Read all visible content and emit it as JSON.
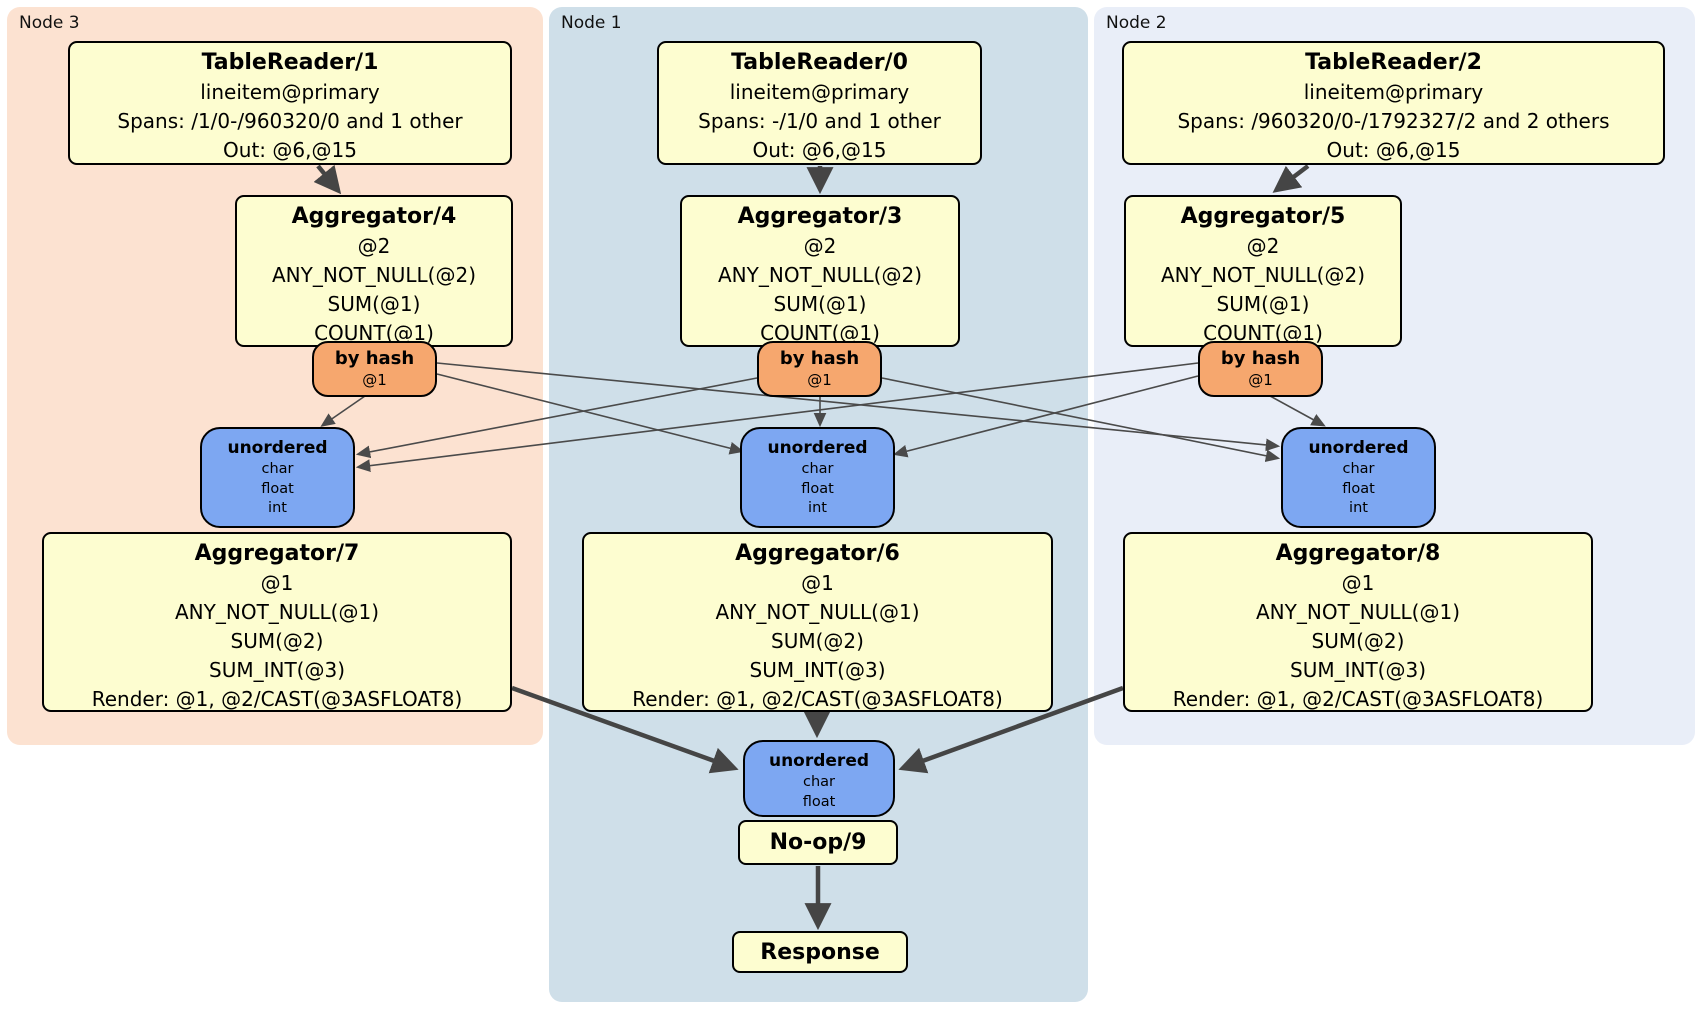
{
  "regions": [
    {
      "label": "Node 3"
    },
    {
      "label": "Node 1"
    },
    {
      "label": "Node 2"
    }
  ],
  "boxes": {
    "tr1": {
      "title": "TableReader/1",
      "lines": [
        "lineitem@primary",
        "Spans: /1/0-/960320/0 and 1 other",
        "Out: @6,@15"
      ]
    },
    "tr0": {
      "title": "TableReader/0",
      "lines": [
        "lineitem@primary",
        "Spans: -/1/0 and 1 other",
        "Out: @6,@15"
      ]
    },
    "tr2": {
      "title": "TableReader/2",
      "lines": [
        "lineitem@primary",
        "Spans: /960320/0-/1792327/2 and 2 others",
        "Out: @6,@15"
      ]
    },
    "agg4": {
      "title": "Aggregator/4",
      "lines": [
        "@2",
        "ANY_NOT_NULL(@2)",
        "SUM(@1)",
        "COUNT(@1)"
      ]
    },
    "agg3": {
      "title": "Aggregator/3",
      "lines": [
        "@2",
        "ANY_NOT_NULL(@2)",
        "SUM(@1)",
        "COUNT(@1)"
      ]
    },
    "agg5": {
      "title": "Aggregator/5",
      "lines": [
        "@2",
        "ANY_NOT_NULL(@2)",
        "SUM(@1)",
        "COUNT(@1)"
      ]
    },
    "router3": {
      "title": "by hash",
      "lines": [
        "@1"
      ]
    },
    "router1": {
      "title": "by hash",
      "lines": [
        "@1"
      ]
    },
    "router2": {
      "title": "by hash",
      "lines": [
        "@1"
      ]
    },
    "sync3": {
      "title": "unordered",
      "lines": [
        "char",
        "float",
        "int"
      ]
    },
    "sync1": {
      "title": "unordered",
      "lines": [
        "char",
        "float",
        "int"
      ]
    },
    "sync2": {
      "title": "unordered",
      "lines": [
        "char",
        "float",
        "int"
      ]
    },
    "agg7": {
      "title": "Aggregator/7",
      "lines": [
        "@1",
        "ANY_NOT_NULL(@1)",
        "SUM(@2)",
        "SUM_INT(@3)",
        "Render: @1, @2/CAST(@3ASFLOAT8)"
      ]
    },
    "agg6": {
      "title": "Aggregator/6",
      "lines": [
        "@1",
        "ANY_NOT_NULL(@1)",
        "SUM(@2)",
        "SUM_INT(@3)",
        "Render: @1, @2/CAST(@3ASFLOAT8)"
      ]
    },
    "agg8": {
      "title": "Aggregator/8",
      "lines": [
        "@1",
        "ANY_NOT_NULL(@1)",
        "SUM(@2)",
        "SUM_INT(@3)",
        "Render: @1, @2/CAST(@3ASFLOAT8)"
      ]
    },
    "final_sync": {
      "title": "unordered",
      "lines": [
        "char",
        "float"
      ]
    },
    "noop": {
      "title": "No-op/9"
    },
    "response": {
      "title": "Response"
    }
  },
  "colors": {
    "node3_bg": "#fce2d1",
    "node1_bg": "#cfdfe9",
    "node2_bg": "#e9eef8",
    "processor_fill": "#fdfdd0",
    "router_fill": "#f6a76e",
    "sync_fill": "#7da7f2",
    "edge": "#454545",
    "thin_edge": "#4a4a4a"
  }
}
